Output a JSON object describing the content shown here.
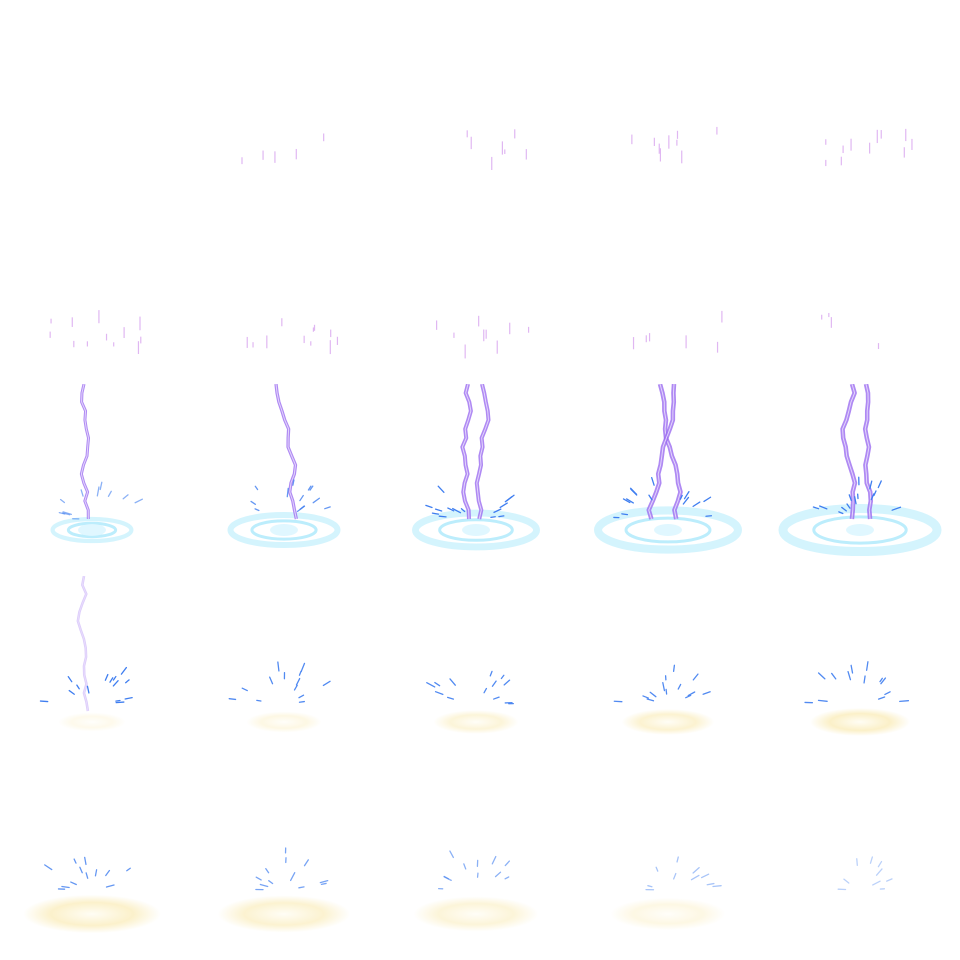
{
  "sprite_sheet": {
    "columns": 5,
    "rows": 5,
    "frame_count": 25,
    "colors": {
      "bolt": "#9b6cf0",
      "bolt_core": "#e9defd",
      "tick": "#d9a6ef",
      "ring": "#9fe6fb",
      "spark": "#3f7ef0",
      "glow": "#fbf0c8"
    },
    "frames": [
      {
        "tick_row": 0,
        "ticks": 0,
        "bolt": 0,
        "ring": 0,
        "sparks": 0,
        "glow": 0
      },
      {
        "tick_row": 0,
        "ticks": 5,
        "bolt": 0,
        "ring": 0,
        "sparks": 0,
        "glow": 0
      },
      {
        "tick_row": 0,
        "ticks": 7,
        "bolt": 0,
        "ring": 0,
        "sparks": 0,
        "glow": 0
      },
      {
        "tick_row": 0,
        "ticks": 9,
        "bolt": 0,
        "ring": 0,
        "sparks": 0,
        "glow": 0
      },
      {
        "tick_row": 0,
        "ticks": 11,
        "bolt": 0,
        "ring": 0,
        "sparks": 0,
        "glow": 0
      },
      {
        "tick_row": 1,
        "ticks": 12,
        "bolt": 0,
        "ring": 0,
        "sparks": 0,
        "glow": 0
      },
      {
        "tick_row": 1,
        "ticks": 11,
        "bolt": 0,
        "ring": 0,
        "sparks": 0,
        "glow": 0
      },
      {
        "tick_row": 1,
        "ticks": 9,
        "bolt": 0,
        "ring": 0,
        "sparks": 0,
        "glow": 0
      },
      {
        "tick_row": 1,
        "ticks": 6,
        "bolt": 0,
        "ring": 0,
        "sparks": 0,
        "glow": 0
      },
      {
        "tick_row": 1,
        "ticks": 4,
        "bolt": 0,
        "ring": 0,
        "sparks": 0,
        "glow": 0
      },
      {
        "tick_row": 0,
        "ticks": 0,
        "bolt": 0.5,
        "ring": 0.2,
        "sparks": 0.6,
        "glow": 0
      },
      {
        "tick_row": 0,
        "ticks": 0,
        "bolt": 0.6,
        "ring": 0.5,
        "sparks": 0.8,
        "glow": 0
      },
      {
        "tick_row": 0,
        "ticks": 0,
        "bolt": 0.85,
        "ring": 0.65,
        "sparks": 1,
        "glow": 0
      },
      {
        "tick_row": 0,
        "ticks": 0,
        "bolt": 1,
        "ring": 0.85,
        "sparks": 1,
        "glow": 0
      },
      {
        "tick_row": 0,
        "ticks": 0,
        "bolt": 1,
        "ring": 1,
        "sparks": 1,
        "glow": 0
      },
      {
        "tick_row": 0,
        "ticks": 0,
        "bolt": 0.35,
        "ring": 0,
        "sparks": 1,
        "glow": 0.15
      },
      {
        "tick_row": 0,
        "ticks": 0,
        "bolt": 0,
        "ring": 0,
        "sparks": 0.9,
        "glow": 0.3
      },
      {
        "tick_row": 0,
        "ticks": 0,
        "bolt": 0,
        "ring": 0,
        "sparks": 0.9,
        "glow": 0.5
      },
      {
        "tick_row": 0,
        "ticks": 0,
        "bolt": 0,
        "ring": 0,
        "sparks": 0.9,
        "glow": 0.65
      },
      {
        "tick_row": 0,
        "ticks": 0,
        "bolt": 0,
        "ring": 0,
        "sparks": 0.9,
        "glow": 0.8
      },
      {
        "tick_row": 0,
        "ticks": 0,
        "bolt": 0,
        "ring": 0,
        "sparks": 0.8,
        "glow": 0.75
      },
      {
        "tick_row": 0,
        "ticks": 0,
        "bolt": 0,
        "ring": 0,
        "sparks": 0.7,
        "glow": 0.65
      },
      {
        "tick_row": 0,
        "ticks": 0,
        "bolt": 0,
        "ring": 0,
        "sparks": 0.6,
        "glow": 0.5
      },
      {
        "tick_row": 0,
        "ticks": 0,
        "bolt": 0,
        "ring": 0,
        "sparks": 0.45,
        "glow": 0.3
      },
      {
        "tick_row": 0,
        "ticks": 0,
        "bolt": 0,
        "ring": 0,
        "sparks": 0.35,
        "glow": 0
      }
    ]
  }
}
